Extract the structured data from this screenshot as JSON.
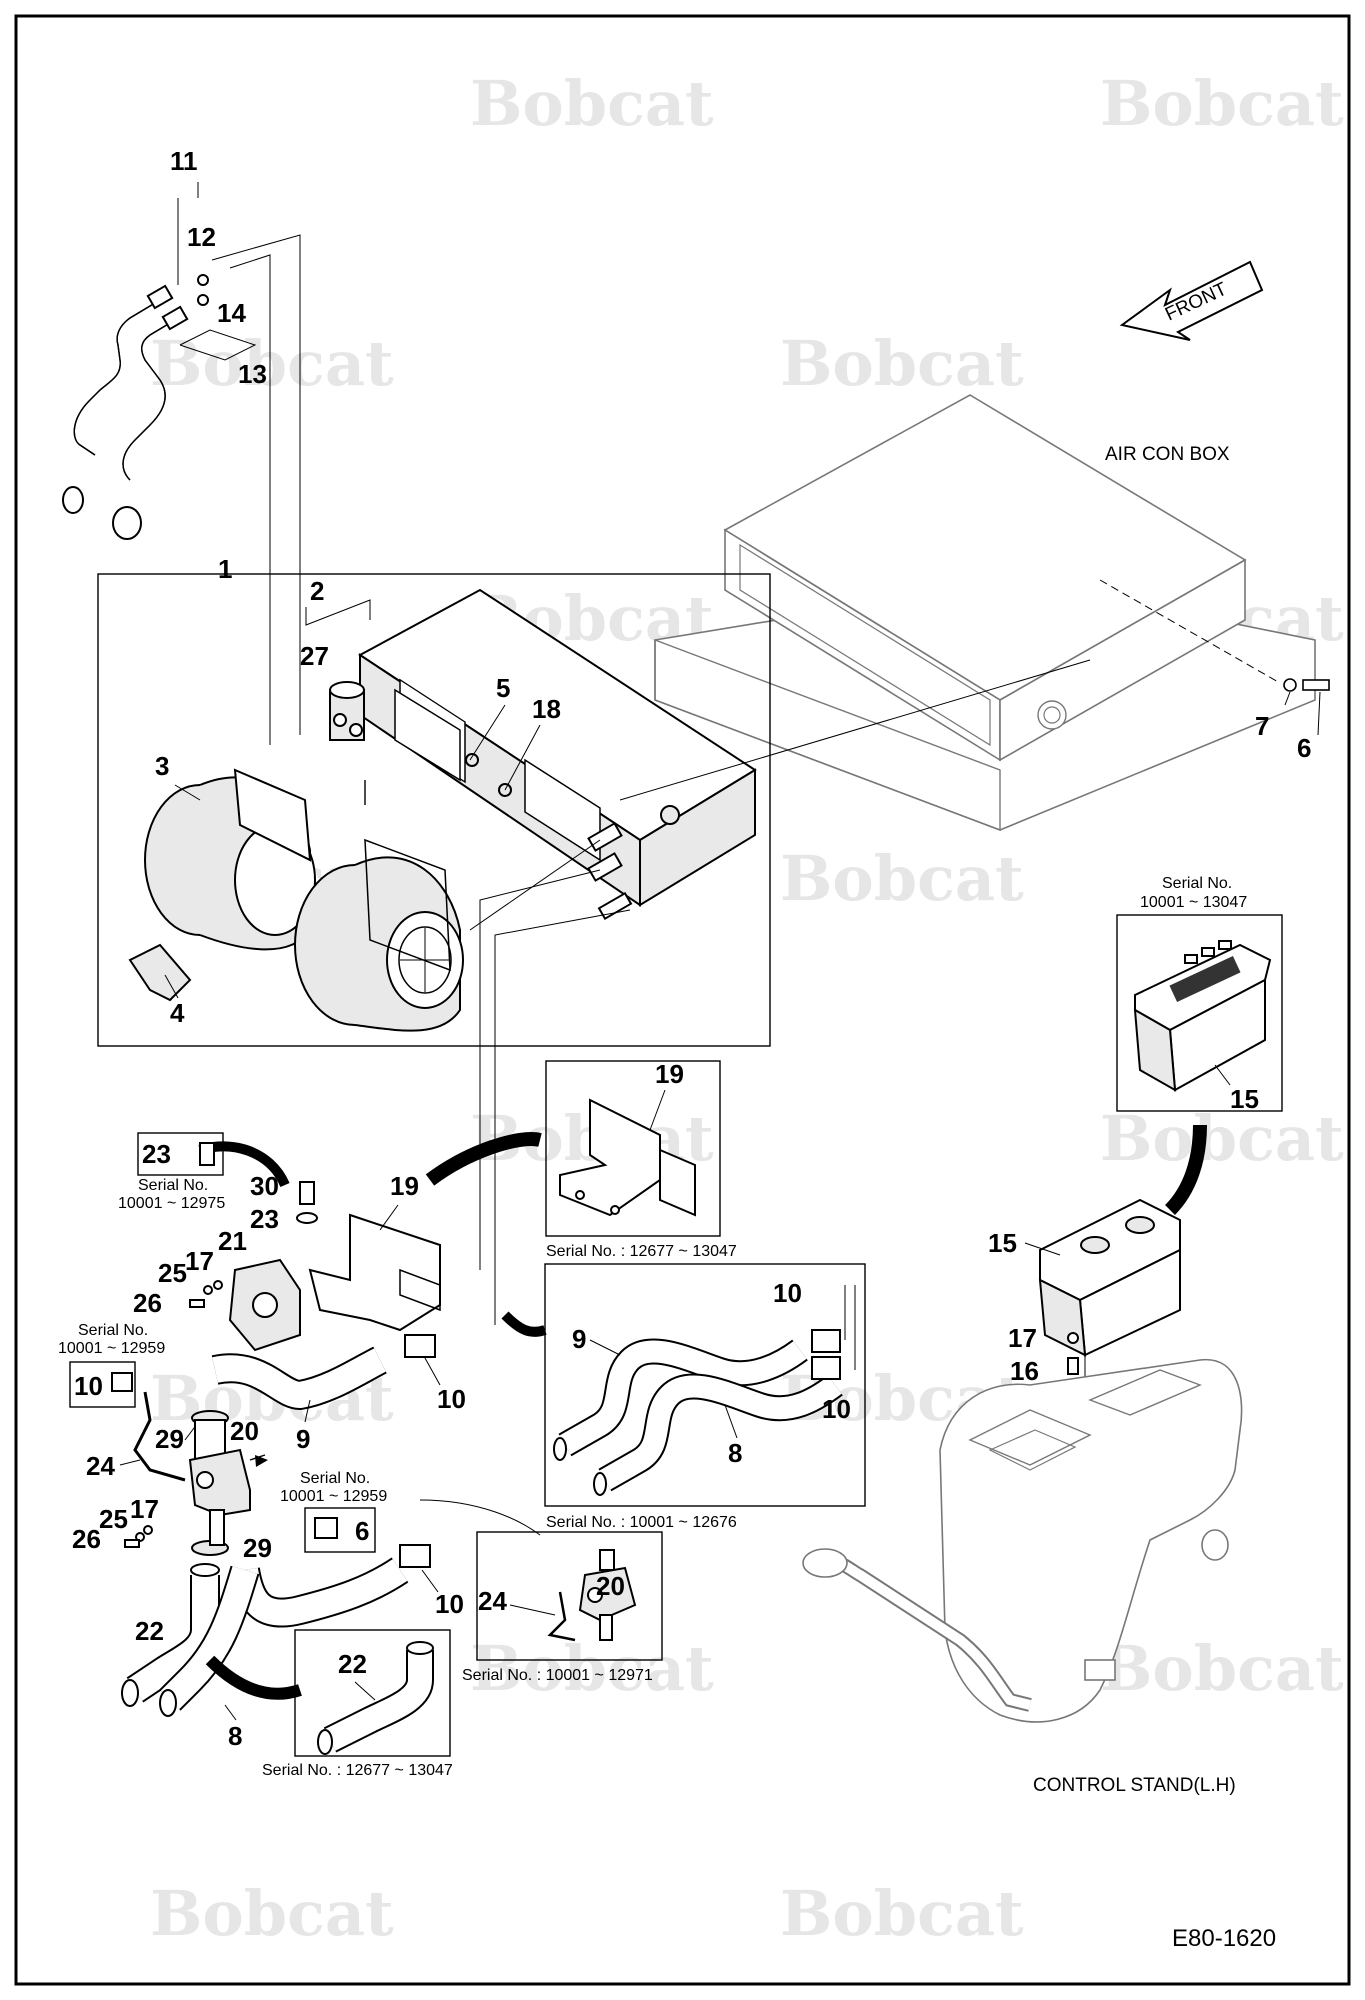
{
  "drawing": {
    "code": "E80-1620",
    "watermark": "Bobcat",
    "front_arrow": "FRONT",
    "labels": {
      "air_con_box": "AIR CON BOX",
      "control_stand": "CONTROL STAND(L.H)"
    },
    "serials": {
      "s1": "Serial No.",
      "s1_range": "10001 ~ 13047",
      "s2": "Serial No. : 12677 ~ 13047",
      "s3": "Serial No. : 10001 ~ 12676",
      "s4": "Serial No.",
      "s4_range": "10001 ~ 12975",
      "s5": "Serial No.",
      "s5_range": "10001 ~ 12959",
      "s6": "Serial No.",
      "s6_range": "10001 ~ 12959",
      "s7": "Serial No. : 10001 ~ 12971",
      "s8": "Serial No. : 12677 ~ 13047"
    },
    "callouts": {
      "c1": "1",
      "c2": "2",
      "c3": "3",
      "c4": "4",
      "c5": "5",
      "c6a": "6",
      "c6b": "6",
      "c7": "7",
      "c8a": "8",
      "c8b": "8",
      "c9a": "9",
      "c9b": "9",
      "c10a": "10",
      "c10b": "10",
      "c10c": "10",
      "c10d": "10",
      "c10e": "10",
      "c11": "11",
      "c12": "12",
      "c13": "13",
      "c14": "14",
      "c15a": "15",
      "c15b": "15",
      "c16": "16",
      "c17a": "17",
      "c17b": "17",
      "c17c": "17",
      "c18": "18",
      "c19a": "19",
      "c19b": "19",
      "c20a": "20",
      "c20b": "20",
      "c21": "21",
      "c22a": "22",
      "c22b": "22",
      "c23a": "23",
      "c23b": "23",
      "c24a": "24",
      "c24b": "24",
      "c25a": "25",
      "c25b": "25",
      "c26a": "26",
      "c26b": "26",
      "c27": "27",
      "c29a": "29",
      "c29b": "29",
      "c30": "30"
    }
  }
}
